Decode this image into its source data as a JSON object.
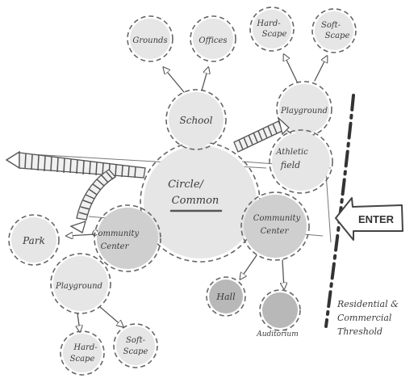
{
  "nodes": {
    "circle_common": {
      "label_line1": "Circle/",
      "label_line2": "Common"
    },
    "school": {
      "label": "School"
    },
    "grounds": {
      "label": "Grounds"
    },
    "offices": {
      "label": "Offices"
    },
    "playground_top": {
      "label": "Playground"
    },
    "hardscape_top": {
      "label_line1": "Hard-",
      "label_line2": "Scape"
    },
    "softscape_top": {
      "label_line1": "Soft-",
      "label_line2": "Scape"
    },
    "athletic_field": {
      "label_line1": "Athletic",
      "label_line2": "field"
    },
    "community_center_right": {
      "label_line1": "Community",
      "label_line2": "Center"
    },
    "hall": {
      "label": "Hall"
    },
    "auditorium": {
      "label": "Auditorium"
    },
    "community_center_left": {
      "label_line1": "Community",
      "label_line2": "Center"
    },
    "park": {
      "label": "Park"
    },
    "playground_bottom": {
      "label": "Playground"
    },
    "hardscape_bottom": {
      "label_line1": "Hard-",
      "label_line2": "Scape"
    },
    "softscape_bottom": {
      "label_line1": "Soft-",
      "label_line2": "Scape"
    }
  },
  "enter": {
    "label": "ENTER"
  },
  "threshold": {
    "line1": "Residential &",
    "line2": "Commercial",
    "line3": "Threshold"
  }
}
